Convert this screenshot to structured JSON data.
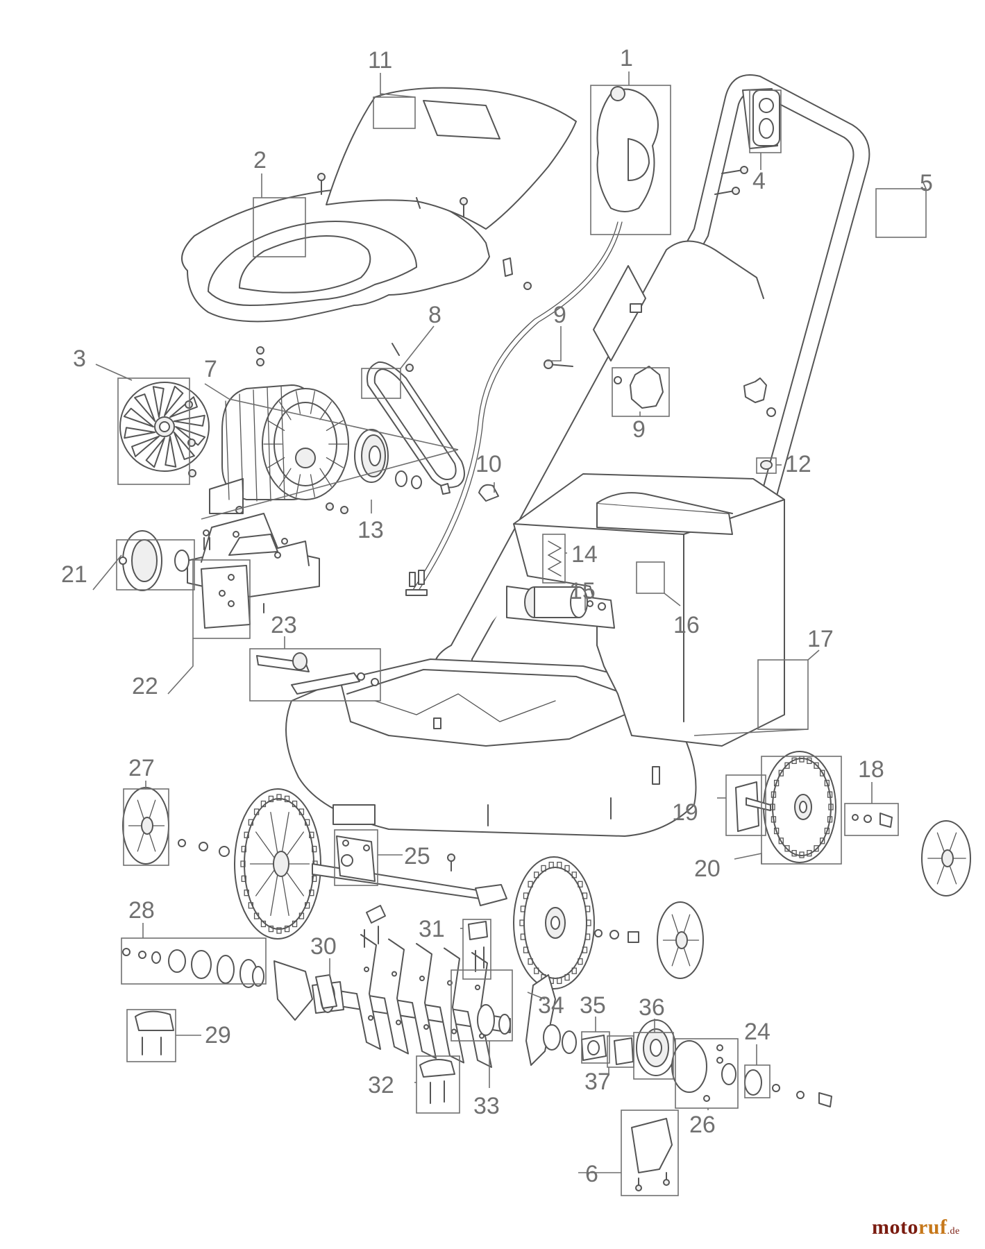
{
  "callouts": [
    "1",
    "2",
    "3",
    "4",
    "5",
    "6",
    "7",
    "8",
    "9",
    "9",
    "10",
    "11",
    "12",
    "13",
    "14",
    "15",
    "16",
    "17",
    "18",
    "19",
    "20",
    "21",
    "22",
    "23",
    "24",
    "25",
    "26",
    "27",
    "28",
    "29",
    "30",
    "31",
    "32",
    "33",
    "34",
    "35",
    "36",
    "37"
  ],
  "watermark": {
    "prefix": "moto",
    "highlight": "ruf",
    "suffix": ".de"
  }
}
